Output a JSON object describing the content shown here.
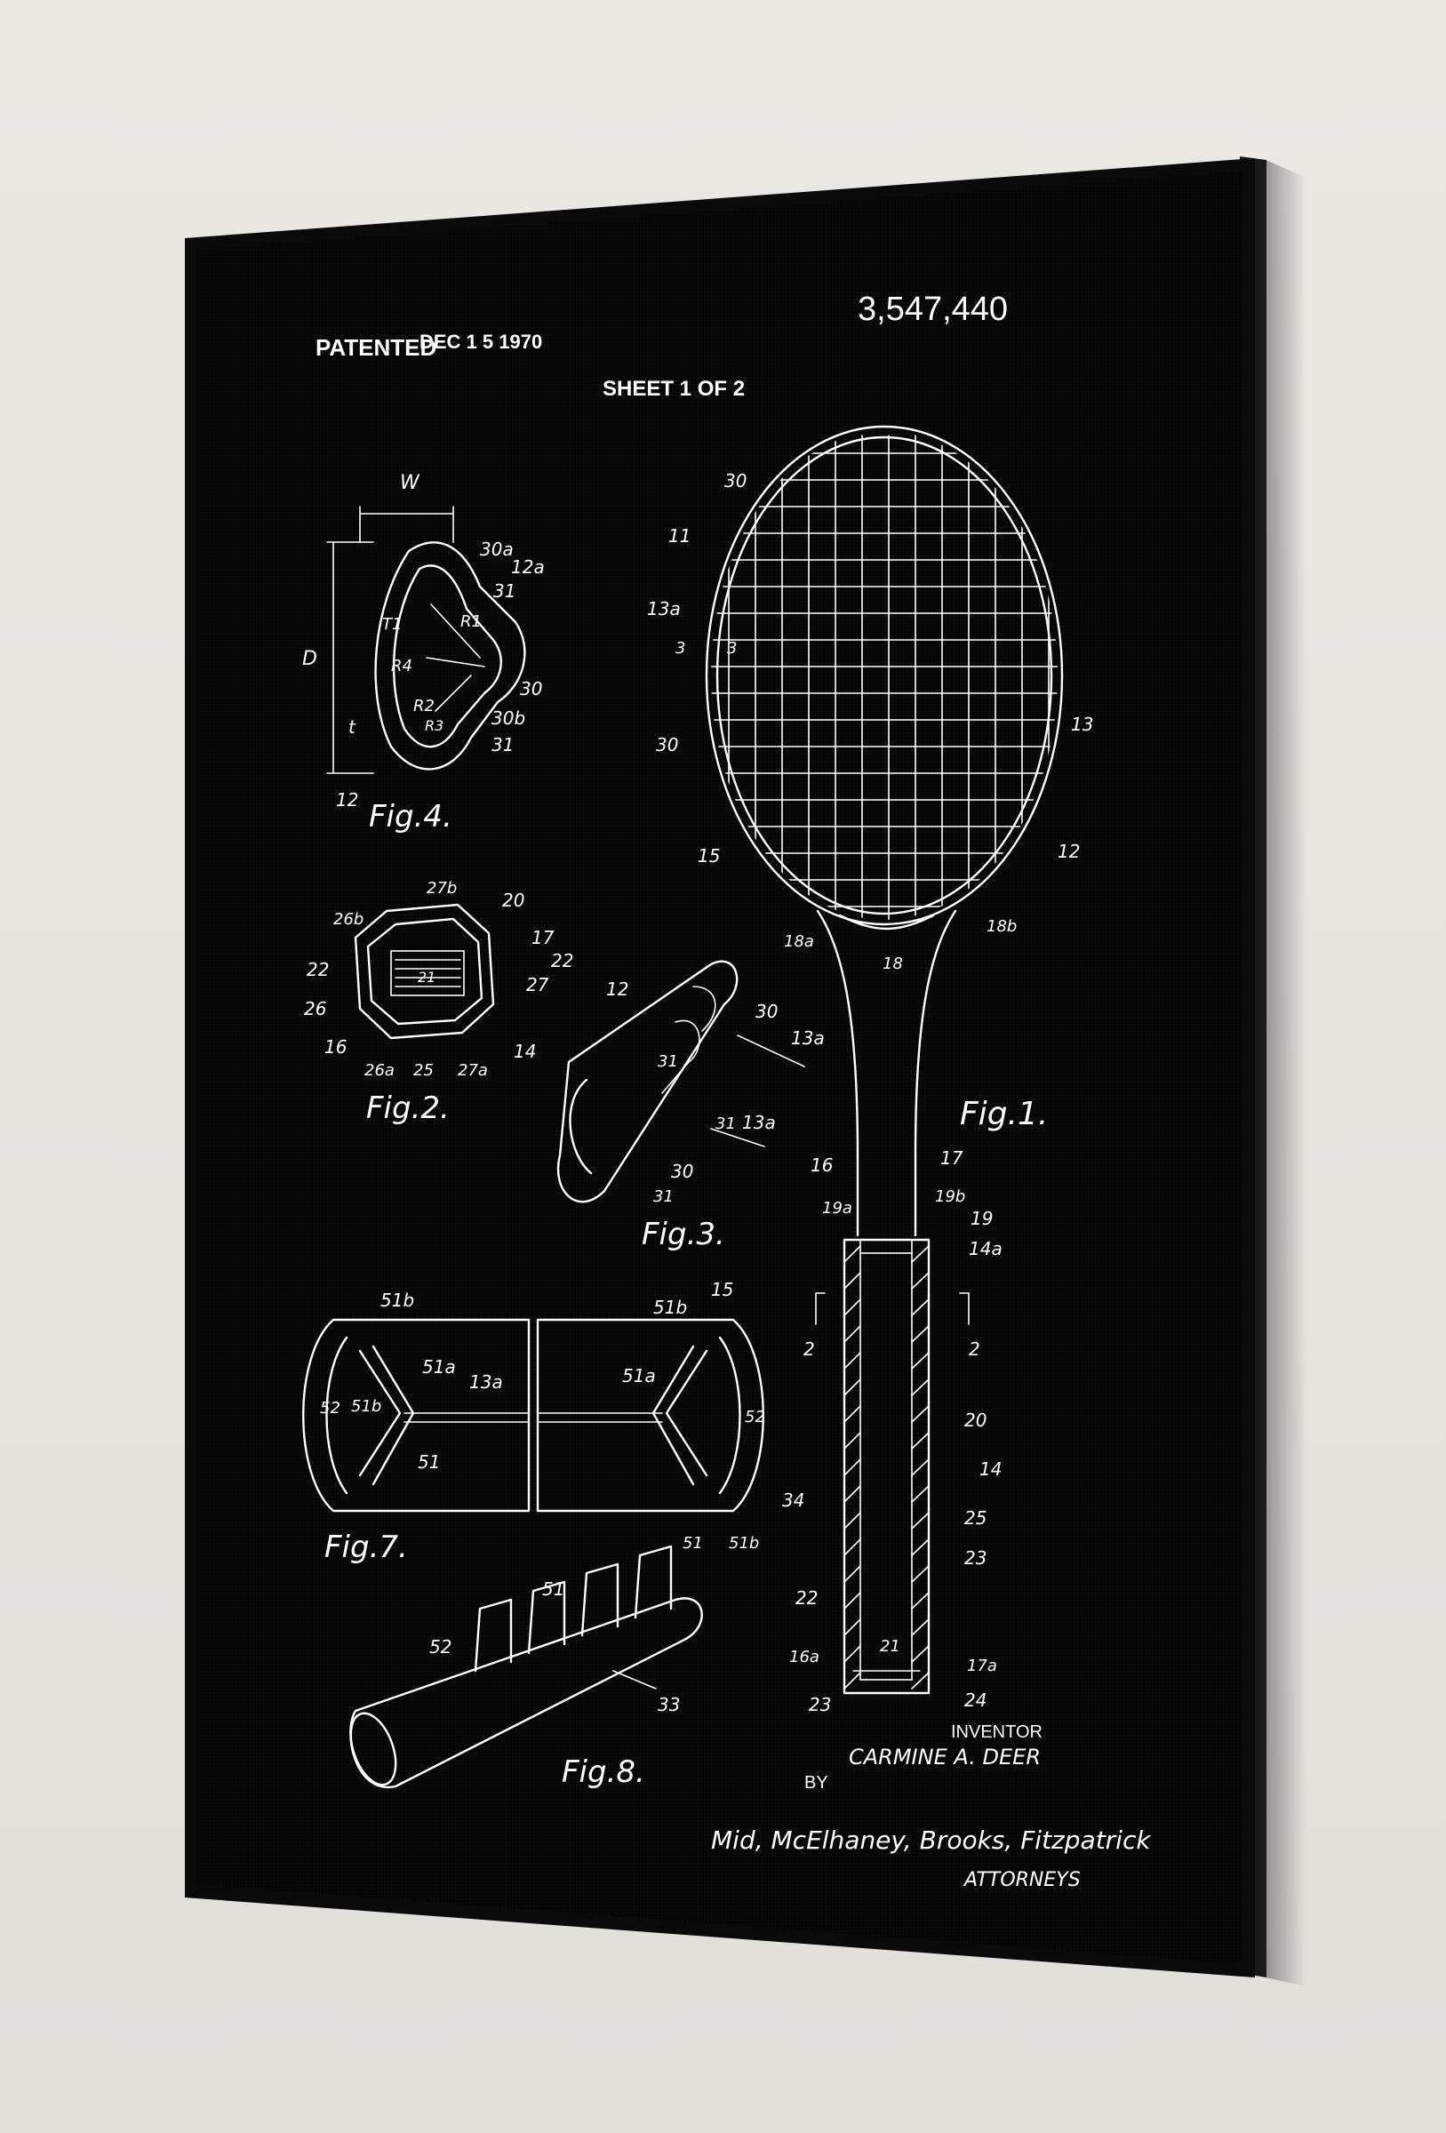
{
  "poster": {
    "patented": "PATENTED",
    "patent_date": "DEC 1 5 1970",
    "patent_number": "3,547,440",
    "sheet": "SHEET 1 OF 2",
    "inventor_label": "INVENTOR",
    "inventor_name": "CARMINE A. DEER",
    "by_label": "BY",
    "attorneys_signature": "Mid, McElhaney, Brooks, Fitzpatrick",
    "attorneys_label": "ATTORNEYS"
  },
  "figures": {
    "fig1": "Fig.1.",
    "fig2": "Fig.2.",
    "fig3": "Fig.3.",
    "fig4": "Fig.4.",
    "fig7": "Fig.7.",
    "fig8": "Fig.8."
  },
  "labels": {
    "fig4": [
      "W",
      "30a",
      "12a",
      "31",
      "D",
      "T1",
      "R1",
      "R4",
      "R2",
      "R3",
      "30",
      "30b",
      "31",
      "t",
      "12"
    ],
    "fig2": [
      "27b",
      "20",
      "26b",
      "17",
      "22",
      "22",
      "27",
      "26",
      "16",
      "26a",
      "25",
      "27a",
      "14",
      "21"
    ],
    "fig3": [
      "12",
      "30",
      "13a",
      "31",
      "31",
      "13a",
      "30",
      "31"
    ],
    "fig1": [
      "30",
      "11",
      "13a",
      "3",
      "3",
      "30",
      "13",
      "15",
      "12",
      "18a",
      "18",
      "18b",
      "16",
      "17",
      "19a",
      "19b",
      "19",
      "14a",
      "2",
      "2",
      "20",
      "14",
      "25",
      "23",
      "22",
      "16a",
      "21",
      "17a",
      "23",
      "24"
    ],
    "fig7": [
      "51b",
      "51b",
      "15",
      "51a",
      "13a",
      "52",
      "51b",
      "51",
      "51a",
      "52",
      "34",
      "51",
      "51b"
    ],
    "fig8": [
      "51",
      "52",
      "33"
    ]
  },
  "colors": {
    "wall": "#e8e5e1",
    "frame": "#0a0a0a",
    "canvas": "#050505",
    "ink": "#ffffff"
  }
}
